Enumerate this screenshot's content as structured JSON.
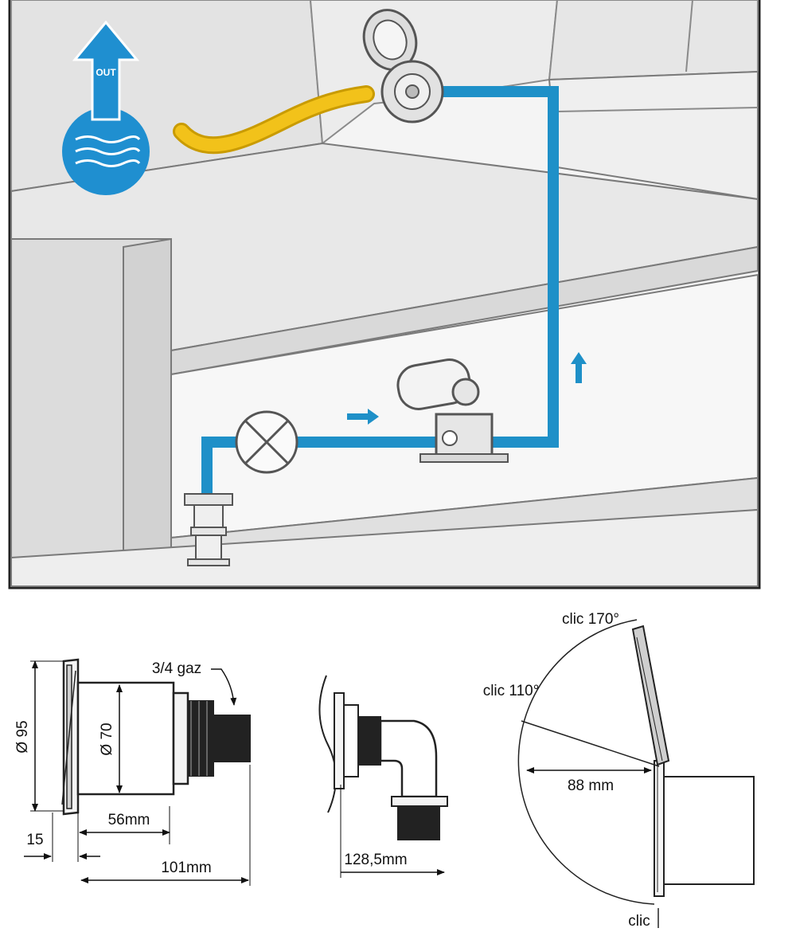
{
  "colors": {
    "pipe": "#1e90c8",
    "hose": "#f2c21a",
    "badge": "#1f8fd0",
    "wall": "#e9e9e9",
    "outline": "#7a7a7a"
  },
  "icons": {
    "out_badge": "water-out-icon",
    "flow_arrow": "arrow-right-icon",
    "up_arrow": "arrow-up-icon",
    "valve": "valve-icon",
    "pump": "pump-icon"
  },
  "installation": {
    "badge_label": "OUT"
  },
  "dimensions": {
    "side_view": {
      "diameter_outer": "Ø 95",
      "diameter_inner": "Ø 70",
      "thread": "3/4 gaz",
      "depth_body": "56mm",
      "flange": "15",
      "total_length": "101mm"
    },
    "elbow_view": {
      "length": "128,5mm"
    },
    "lid_view": {
      "clic_170": "clic 170°",
      "clic_110": "clic 110°",
      "radius": "88 mm",
      "clic_closed": "clic"
    }
  }
}
